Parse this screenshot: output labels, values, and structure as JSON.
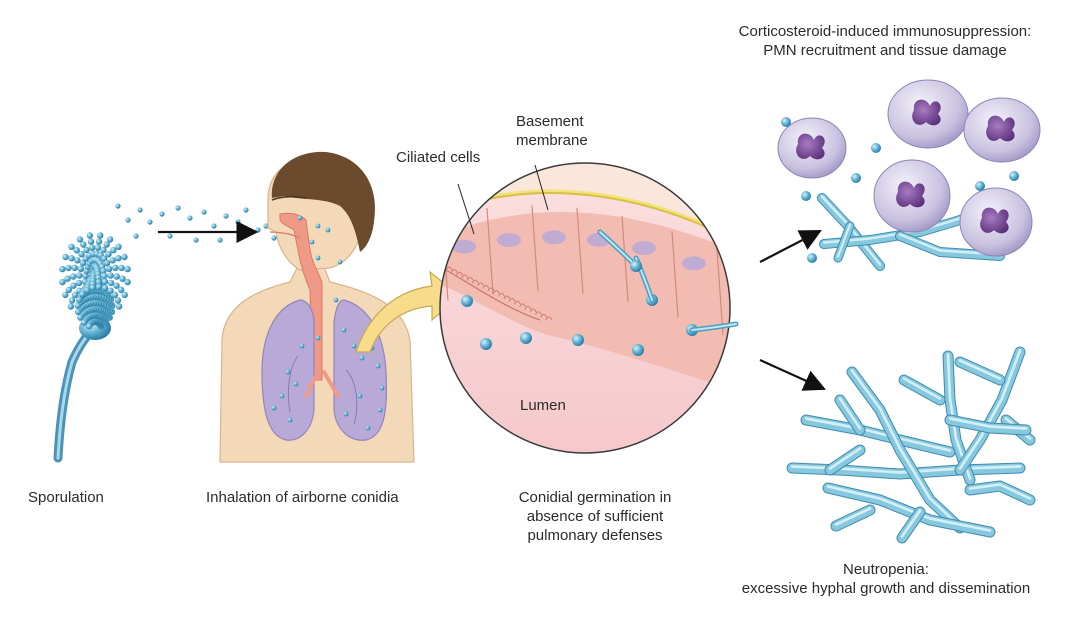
{
  "labels": {
    "sporulation": "Sporulation",
    "inhalation": "Inhalation of airborne conidia",
    "germination": "Conidial germination in\nabsence of sufficient\npulmonary defenses",
    "basement_membrane": "Basement\nmembrane",
    "ciliated_cells": "Ciliated cells",
    "lumen": "Lumen",
    "corticosteroid": "Corticosteroid-induced immunosuppression:\nPMN recruitment and tissue damage",
    "neutropenia": "Neutropenia:\nexcessive hyphal growth and dissemination"
  },
  "colors": {
    "conidia": "#5aaed0",
    "hyphae": "#7fc4dc",
    "skin": "#f4d9b8",
    "hair": "#6b4a2e",
    "lung": "#b9a9d6",
    "airway": "#ef9a86",
    "mucosa": "#f6c9c7",
    "membrane": "#f2e27a",
    "neutrophil": "#c9c2e0",
    "nucleus": "#6a3f8a",
    "arrow_yellow": "#f7dc8c"
  }
}
